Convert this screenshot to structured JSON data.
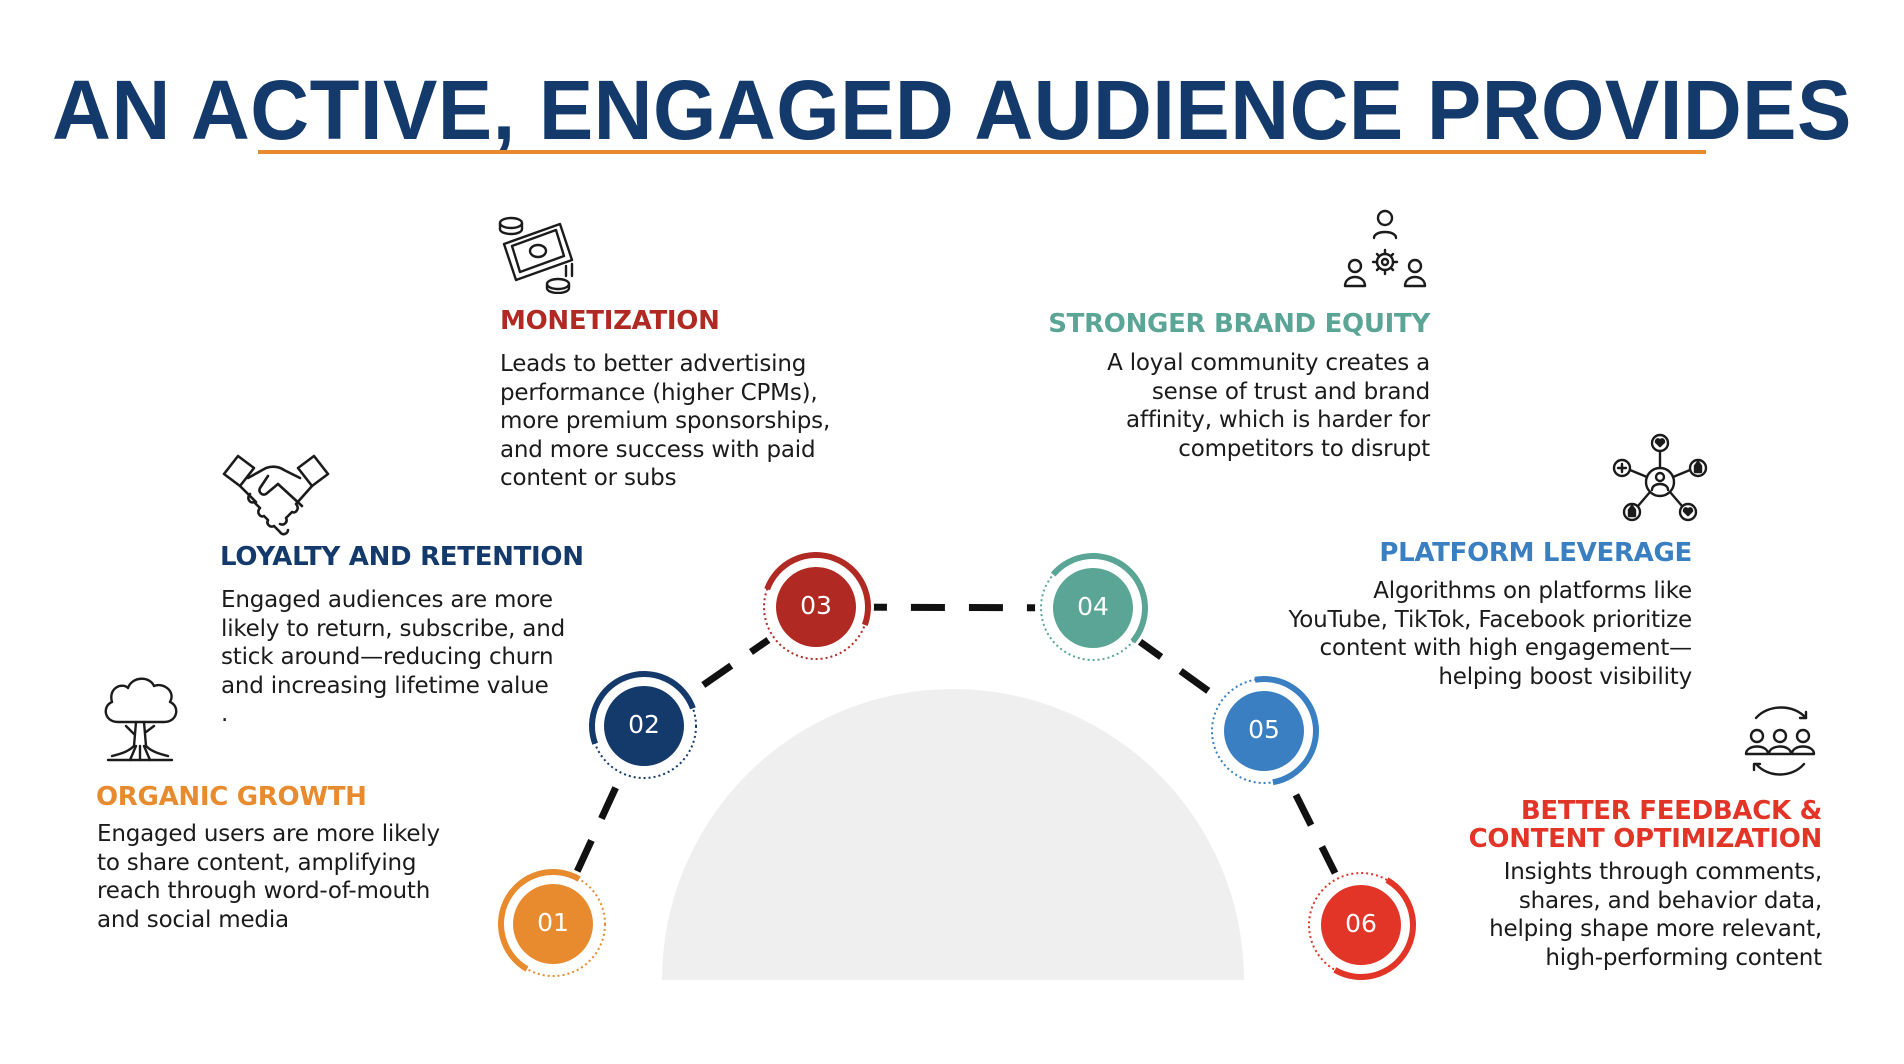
{
  "title": "AN ACTIVE, ENGAGED AUDIENCE PROVIDES",
  "colors": {
    "title": "#143a6b",
    "rule": "#e88b2e",
    "dome": "#efefef"
  },
  "items": [
    {
      "number": "01",
      "heading": "ORGANIC GROWTH",
      "body_lines": [
        "Engaged users are more likely",
        "to share content, amplifying",
        "reach through word-of-mouth",
        "and social media"
      ],
      "color": "#e88b2e",
      "icon": "tree-icon"
    },
    {
      "number": "02",
      "heading": "LOYALTY AND RETENTION",
      "body_lines": [
        "Engaged audiences are more",
        "likely to return, subscribe, and",
        "stick around—reducing churn",
        "and increasing lifetime value",
        "."
      ],
      "color": "#143a6b",
      "icon": "handshake-icon"
    },
    {
      "number": "03",
      "heading": "MONETIZATION",
      "body_lines": [
        "Leads to better advertising",
        "performance (higher CPMs),",
        "more premium sponsorships,",
        "and more success with paid",
        "content or subs"
      ],
      "color": "#b02a23",
      "icon": "money-icon"
    },
    {
      "number": "04",
      "heading": "STRONGER BRAND EQUITY",
      "body_lines": [
        "A loyal community creates a",
        "sense of trust and brand",
        "affinity, which is harder for",
        "competitors to disrupt"
      ],
      "color": "#5aa595",
      "icon": "community-gear-icon"
    },
    {
      "number": "05",
      "heading": "PLATFORM LEVERAGE",
      "body_lines": [
        "Algorithms on platforms like",
        "YouTube, TikTok, Facebook prioritize",
        "content with high engagement—",
        "helping boost visibility"
      ],
      "color": "#3a7fc1",
      "icon": "social-network-icon"
    },
    {
      "number": "06",
      "heading_lines": [
        "BETTER FEEDBACK &",
        "CONTENT OPTIMIZATION"
      ],
      "body_lines": [
        "Insights through comments,",
        "shares, and behavior data,",
        "helping shape more relevant,",
        "high-performing content"
      ],
      "color": "#e23527",
      "icon": "feedback-cycle-icon"
    }
  ]
}
